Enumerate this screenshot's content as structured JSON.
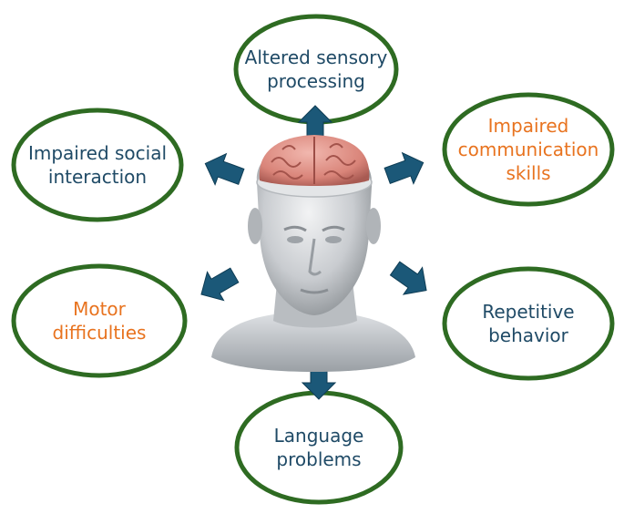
{
  "colors": {
    "ellipse_stroke": "#2e6b22",
    "text_dark": "#1f4a66",
    "text_orange": "#e8731f",
    "arrow": "#1b5878",
    "arrow_edge": "#0f3d55"
  },
  "center": {
    "icon": "human-head-with-brain-icon"
  },
  "nodes": [
    {
      "id": "altered-sensory",
      "lines": [
        "Altered sensory",
        "processing"
      ],
      "color": "dark"
    },
    {
      "id": "impaired-social",
      "lines": [
        "Impaired social",
        "interaction"
      ],
      "color": "dark"
    },
    {
      "id": "impaired-communication",
      "lines": [
        "Impaired",
        "communication",
        "skills"
      ],
      "color": "orange"
    },
    {
      "id": "motor-difficulties",
      "lines": [
        "Motor",
        "difficulties"
      ],
      "color": "orange"
    },
    {
      "id": "repetitive-behavior",
      "lines": [
        "Repetitive",
        "behavior"
      ],
      "color": "dark"
    },
    {
      "id": "language-problems",
      "lines": [
        "Language",
        "problems"
      ],
      "color": "dark"
    }
  ]
}
